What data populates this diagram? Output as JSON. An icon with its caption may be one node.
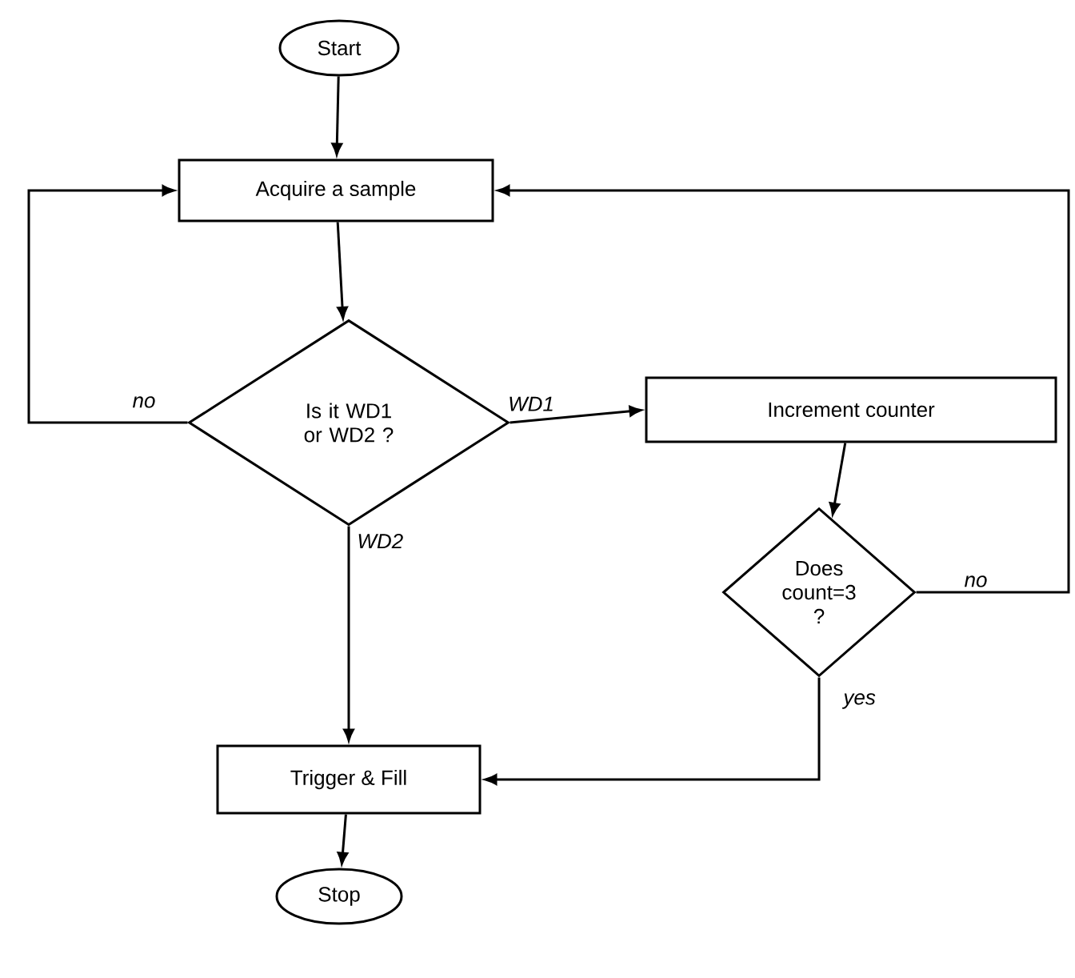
{
  "diagram": {
    "nodes": [
      {
        "text": [
          "Start"
        ]
      },
      {
        "text": [
          "Acquire a sample"
        ]
      },
      {
        "text": [
          "Is it WD1 or WD2 ?"
        ]
      },
      {
        "text": [
          "Increment counter"
        ]
      },
      {
        "text": [
          "Does count=3 ?"
        ]
      },
      {
        "text": [
          "Trigger & Fill"
        ]
      },
      {
        "text": [
          "Stop"
        ]
      }
    ],
    "edges": [
      {
        "from": 0,
        "to": 1,
        "arrow": "to"
      },
      {
        "from": 1,
        "to": 2,
        "arrow": "to"
      },
      {
        "from": 2,
        "to": 1,
        "arrow": "to",
        "label": "no"
      },
      {
        "from": 2,
        "to": 3,
        "arrow": "to",
        "label": "WD1"
      },
      {
        "from": 2,
        "to": 5,
        "arrow": "to",
        "label": "WD2"
      },
      {
        "from": 3,
        "to": 4,
        "arrow": "to"
      },
      {
        "from": 4,
        "to": 1,
        "arrow": "to",
        "label": "no"
      },
      {
        "from": 4,
        "to": 5,
        "arrow": "to",
        "label": "yes"
      },
      {
        "from": 5,
        "to": 6,
        "arrow": "to"
      }
    ]
  }
}
